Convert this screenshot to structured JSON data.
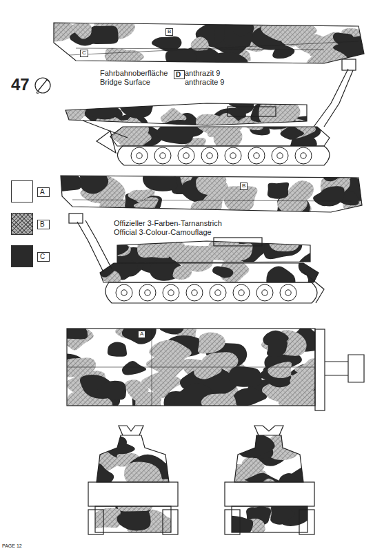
{
  "diagram": {
    "labels": [
      "47",
      "Fahrbahnoberfläche",
      "Bridge Surface",
      "D",
      "anthrazit 9",
      "anthracite 9",
      "Offizieller 3-Farben-Tarnanstrich",
      "Official 3-Colour-Camouflage",
      "B",
      "C",
      "B",
      "A",
      "PAGE 12"
    ],
    "legend": [
      {
        "text": "A",
        "color": "#ffffff"
      },
      {
        "text": "B",
        "color": "#b4b4b4"
      },
      {
        "text": "C",
        "color": "#2a2a2a"
      }
    ]
  }
}
